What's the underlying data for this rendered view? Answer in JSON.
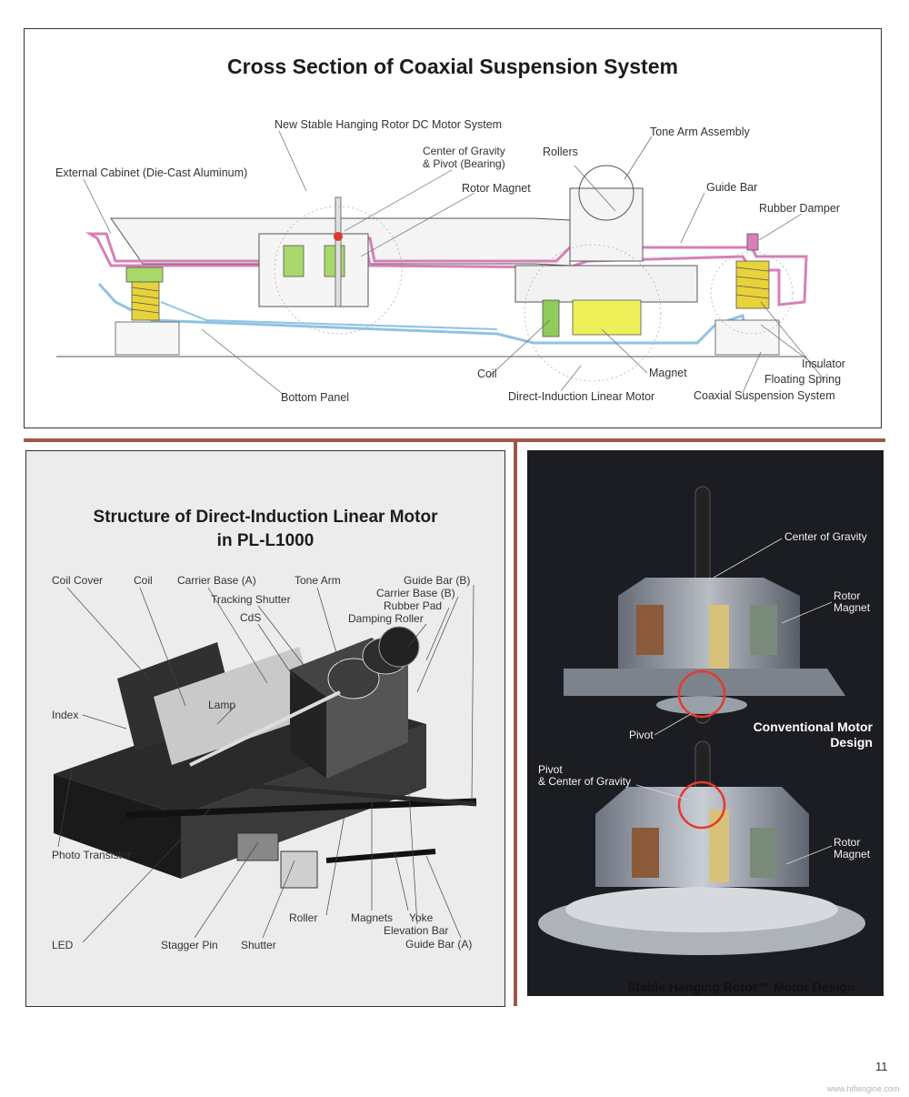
{
  "cross_section": {
    "title": "Cross Section of Coaxial Suspension System",
    "labels": {
      "motor_system": "New Stable Hanging Rotor DC Motor System",
      "center_of_gravity": "Center of Gravity\n& Pivot (Bearing)",
      "rollers": "Rollers",
      "tone_arm_assembly": "Tone Arm Assembly",
      "external_cabinet": "External Cabinet (Die-Cast  Aluminum)",
      "rotor_magnet": "Rotor Magnet",
      "guide_bar": "Guide Bar",
      "rubber_damper": "Rubber Damper",
      "insulator": "Insulator",
      "floating_spring": "Floating Spring",
      "coil": "Coil",
      "magnet": "Magnet",
      "coaxial_suspension": "Coaxial Suspension System",
      "bottom_panel": "Bottom Panel",
      "linear_motor": "Direct-Induction Linear Motor"
    },
    "colors": {
      "cabinet": "#d77fb8",
      "bottom_panel": "#8fc3e3",
      "damper": "#a9d86a",
      "spring": "#e7d23a",
      "magnet": "#eef05a",
      "coil": "#8ecb5a",
      "pivot": "#d93a2e"
    }
  },
  "linear_motor": {
    "title_line1": "Structure of Direct-Induction Linear Motor",
    "title_line2": "in PL-L1000",
    "labels": {
      "coil_cover": "Coil Cover",
      "coil": "Coil",
      "carrier_base_a": "Carrier Base (A)",
      "tone_arm": "Tone Arm",
      "guide_bar_b": "Guide Bar (B)",
      "carrier_base_b": "Carrier Base (B)",
      "tracking_shutter": "Tracking Shutter",
      "rubber_pad": "Rubber Pad",
      "cds": "CdS",
      "damping_roller": "Damping Roller",
      "lamp": "Lamp",
      "index": "Index",
      "photo_transistor": "Photo Transistor",
      "roller": "Roller",
      "magnets": "Magnets",
      "yoke": "Yoke",
      "elevation_bar": "Elevation Bar",
      "led": "LED",
      "stagger_pin": "Stagger Pin",
      "shutter": "Shutter",
      "guide_bar_a": "Guide Bar (A)"
    }
  },
  "motor_photo": {
    "labels": {
      "center_of_gravity": "Center of Gravity",
      "rotor_magnet_1": "Rotor\nMagnet",
      "pivot": "Pivot",
      "conventional": "Conventional Motor\nDesign",
      "pivot_cog": "Pivot\n& Center of Gravity",
      "rotor_magnet_2": "Rotor\nMagnet"
    },
    "caption": "Stable Hanging Rotor™ Motor Design"
  },
  "page_number": "11",
  "watermark": "www.hifiengine.com"
}
